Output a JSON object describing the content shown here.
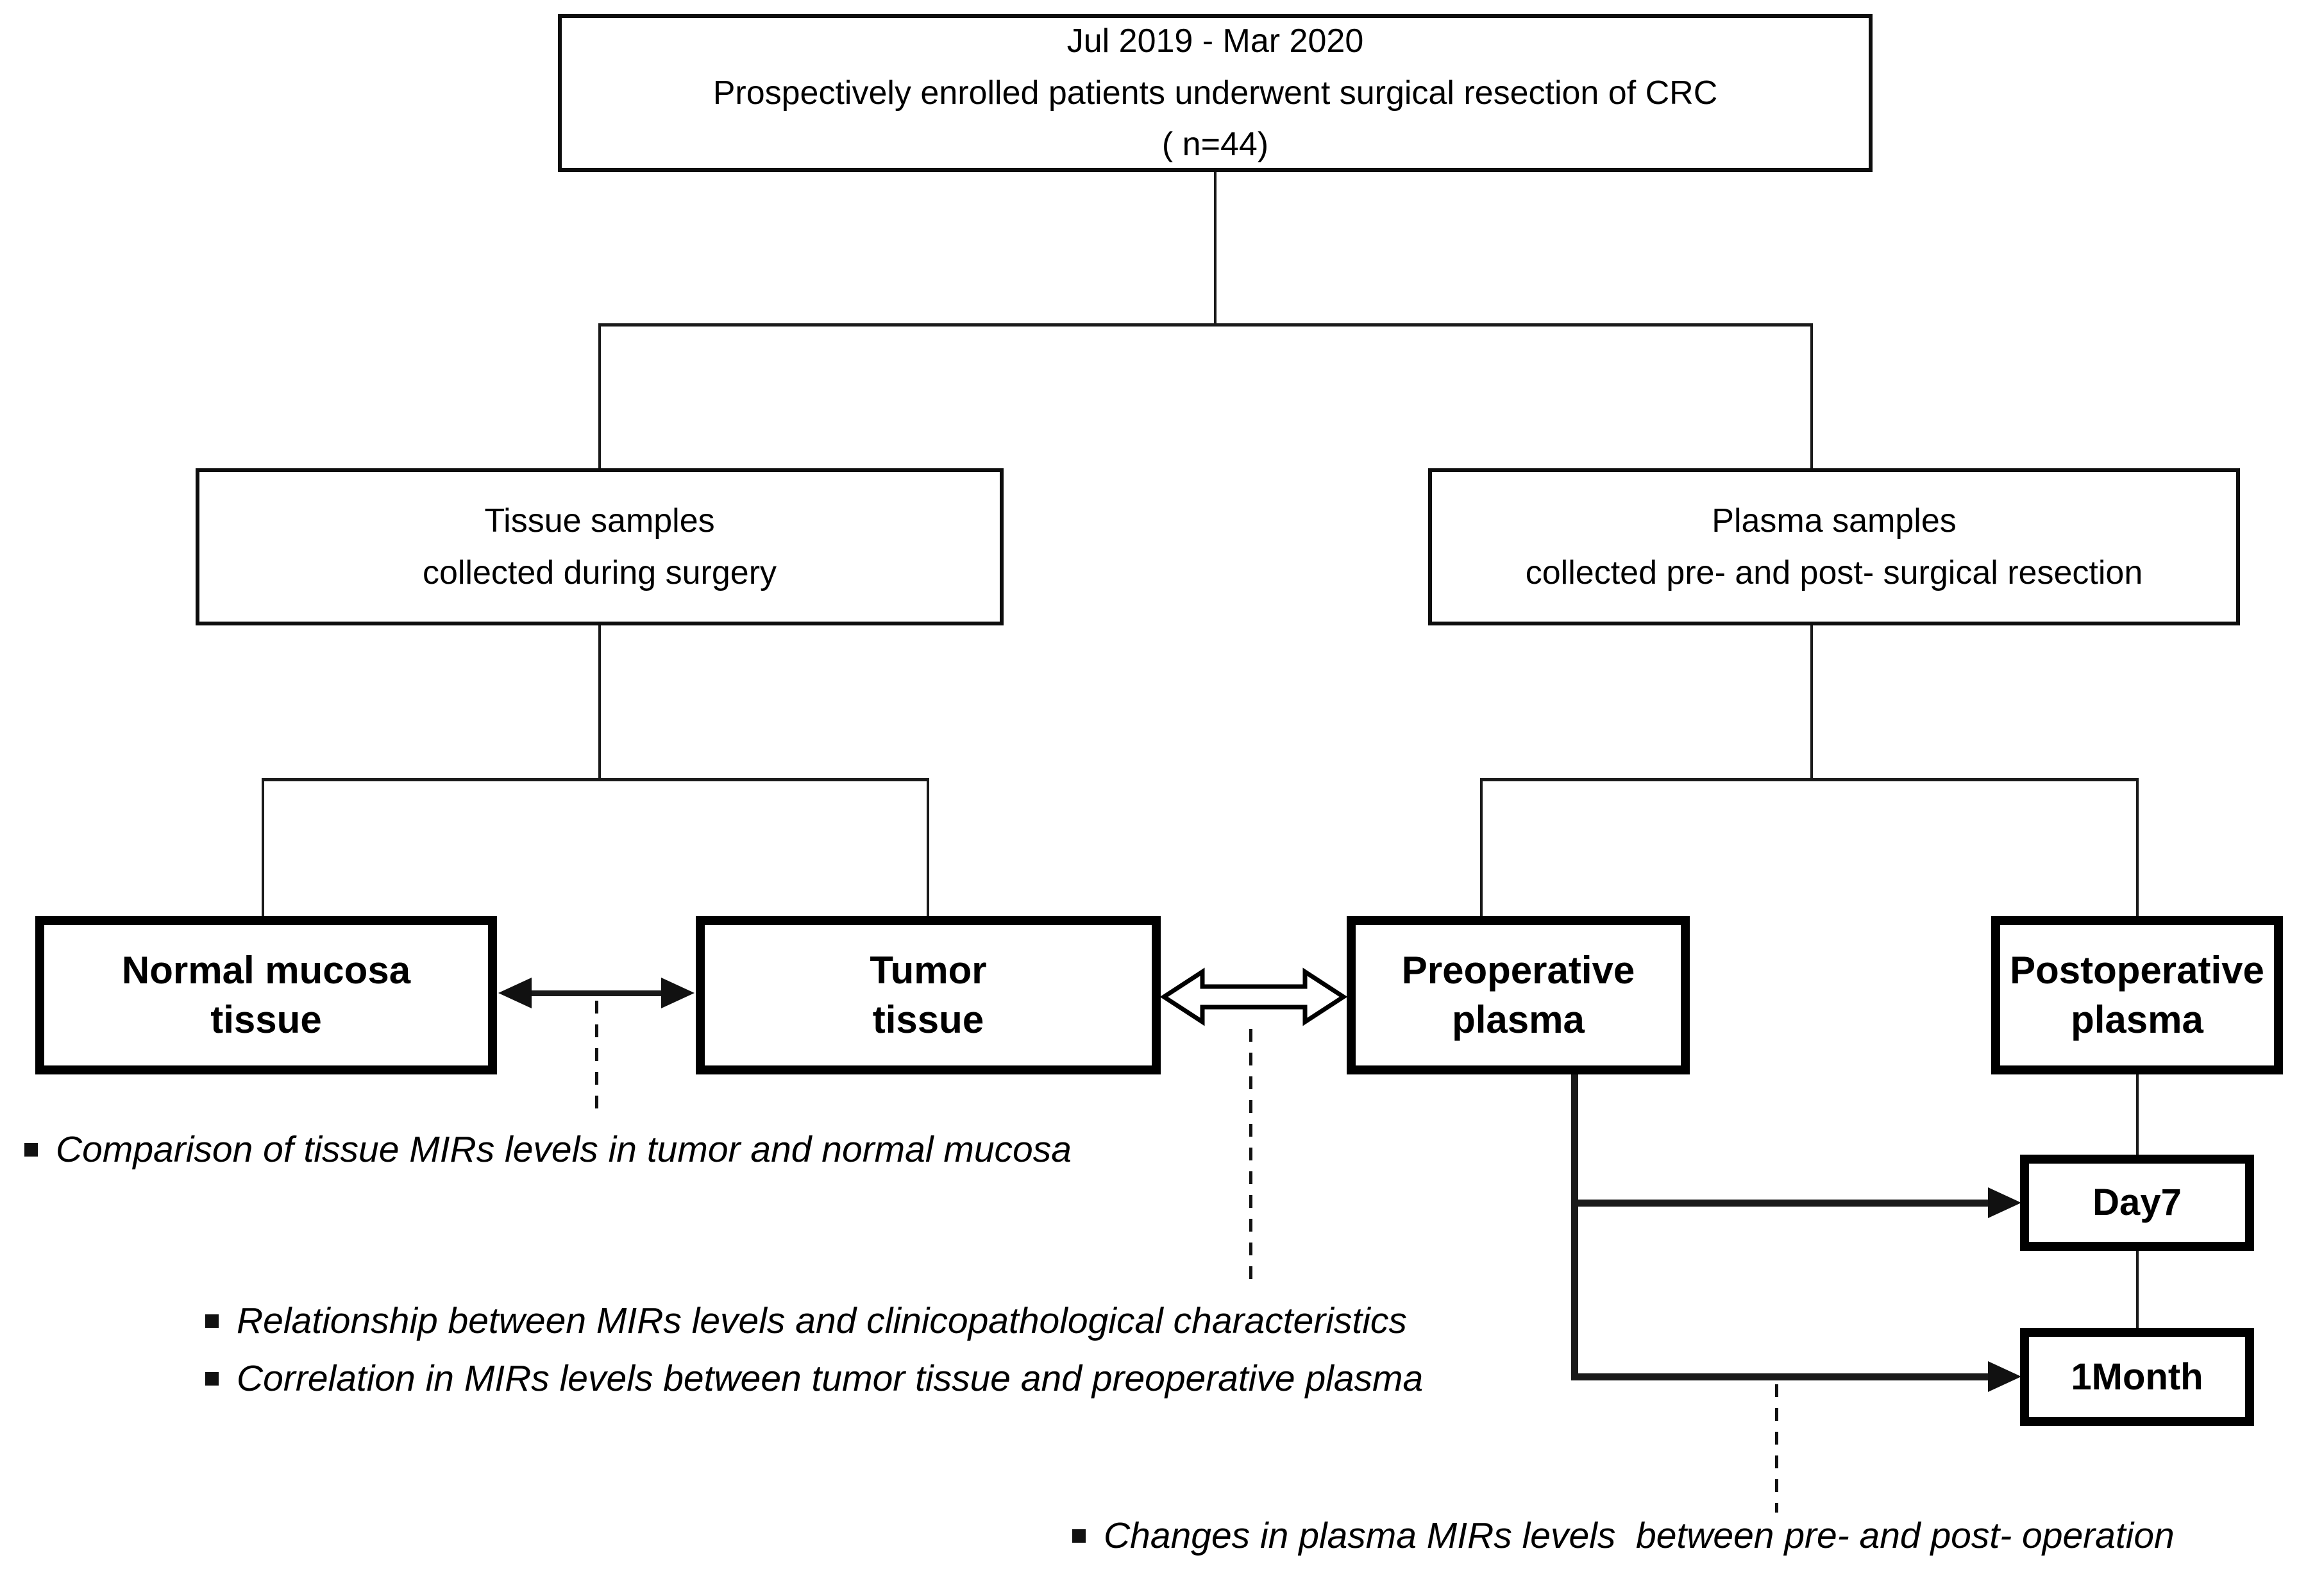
{
  "diagram_title": "CRC study design flowchart",
  "boxes": {
    "enrollment": {
      "line1": "Jul 2019 - Mar 2020",
      "line2": "Prospectively enrolled patients underwent surgical resection of CRC",
      "line3": "( n=44)"
    },
    "tissue": {
      "line1": "Tissue samples",
      "line2": "collected during surgery"
    },
    "plasma": {
      "line1": "Plasma samples",
      "line2": "collected pre- and post- surgical resection"
    },
    "normal_mucosa": {
      "line1": "Normal mucosa",
      "line2": "tissue"
    },
    "tumor": {
      "line1": "Tumor",
      "line2": "tissue"
    },
    "preoperative": {
      "line1": "Preoperative",
      "line2": "plasma"
    },
    "postoperative": {
      "line1": "Postoperative",
      "line2": "plasma"
    },
    "day7": {
      "label": "Day7"
    },
    "one_month": {
      "label": "1Month"
    }
  },
  "notes": {
    "tissue_comparison": "Comparison of tissue MIRs levels in tumor and normal mucosa",
    "relationship": "Relationship between MIRs levels and clinicopathological characteristics",
    "correlation": "Correlation in MIRs levels between tumor tissue and preoperative plasma",
    "changes": "Changes in plasma MIRs levels  between pre- and post- operation"
  },
  "colors": {
    "background": "#ffffff",
    "box_border": "#000000",
    "line": "#1a1a1a",
    "text": "#000000"
  }
}
